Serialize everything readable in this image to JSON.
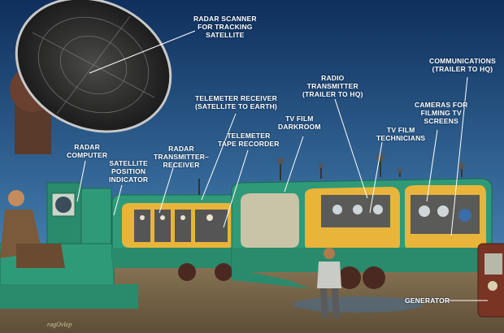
{
  "labels": {
    "radar_scanner": [
      "RADAR SCANNER",
      "FOR TRACKING",
      "SATELLITE"
    ],
    "telemeter_receiver": [
      "TELEMETER RECEIVER",
      "(SATELLITE TO EARTH)"
    ],
    "radio_transmitter": [
      "RADIO",
      "TRANSMITTER",
      "(TRAILER TO HQ)"
    ],
    "communications": [
      "COMMUNICATIONS",
      "(TRAILER TO HQ)"
    ],
    "cameras": [
      "CAMERAS FOR",
      "FILMING TV",
      "SCREENS"
    ],
    "tv_film_darkroom": [
      "TV FILM",
      "DARKROOM"
    ],
    "telemeter_tape_recorder": [
      "TELEMETER",
      "TAPE RECORDER"
    ],
    "tv_film_technicians": [
      "TV FILM",
      "TECHNICIANS"
    ],
    "radar_computer": [
      "RADAR",
      "COMPUTER"
    ],
    "satellite_position_indicator": [
      "SATELLITE",
      "POSITION",
      "INDICATOR"
    ],
    "radar_transmitter_receiver": [
      "RADAR",
      "TRANSMITTER–",
      "RECEIVER"
    ],
    "generator": [
      "GENERATOR"
    ]
  },
  "signature": "ragOvlep",
  "colors": {
    "sky_top": "#0f2f5c",
    "sky_bottom": "#4f86b0",
    "trailer_green": "#2f9a78",
    "interior_yellow": "#e8b43a",
    "ground": "#7c6a4e"
  }
}
